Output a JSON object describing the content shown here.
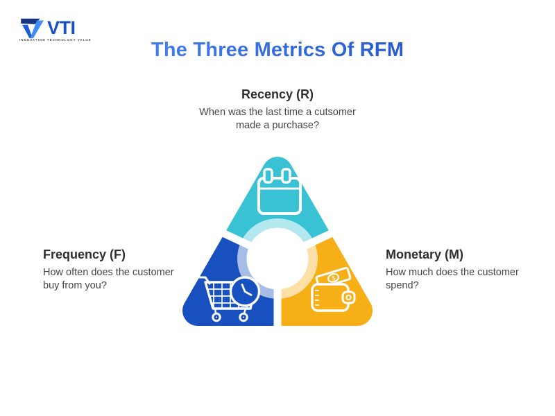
{
  "logo": {
    "text": "VTI",
    "tagline": "INNOVATION TECHNOLOGY VALUE"
  },
  "title": "The Three Metrics Of RFM",
  "title_colors": {
    "start": "#4F8DF7",
    "end": "#1C4DC5"
  },
  "metrics": [
    {
      "key": "recency",
      "heading": "Recency (R)",
      "description": "When was the last time a cutsomer\nmade a purchase?",
      "color": "#38C2D4",
      "icon": "calendar-icon"
    },
    {
      "key": "frequency",
      "heading": "Frequency (F)",
      "description": "How often does the customer\nbuy from you?",
      "color": "#1950BF",
      "icon": "cart-clock-icon"
    },
    {
      "key": "monetary",
      "heading": "Monetary (M)",
      "description": "How much does the customer\nspend?",
      "color": "#F7AF17",
      "icon": "wallet-icon"
    }
  ],
  "logo_colors": {
    "mark_dark": "#16357E",
    "mark_mid": "#1D5BD6",
    "mark_light": "#3F8CF3",
    "text": "#1B50C4"
  }
}
